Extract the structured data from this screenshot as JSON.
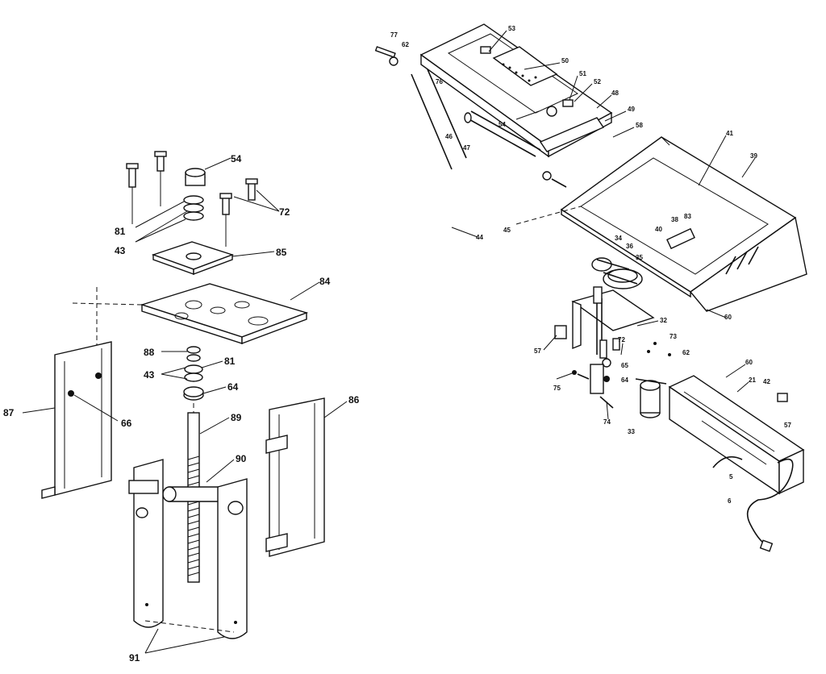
{
  "callouts_left": [
    "54",
    "72",
    "81",
    "43",
    "85",
    "84",
    "88",
    "43",
    "81",
    "64",
    "87",
    "66",
    "89",
    "90",
    "86",
    "91"
  ],
  "callouts_right": [
    "77",
    "62",
    "53",
    "50",
    "51",
    "52",
    "48",
    "49",
    "58",
    "76",
    "54",
    "46",
    "47",
    "41",
    "39",
    "44",
    "45",
    "40",
    "38",
    "83",
    "34",
    "36",
    "35",
    "60",
    "32",
    "57",
    "72",
    "73",
    "62",
    "65",
    "64",
    "75",
    "74",
    "33",
    "60",
    "21",
    "42",
    "57",
    "5",
    "6"
  ]
}
